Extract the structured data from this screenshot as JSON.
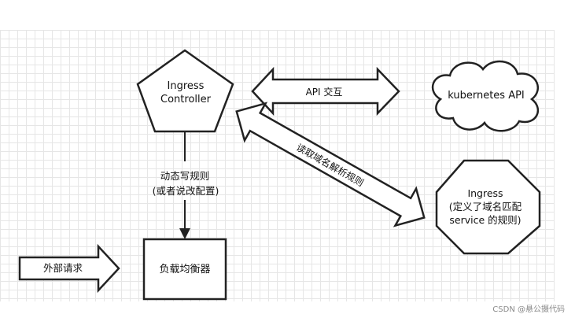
{
  "nodes": {
    "ingress_controller": {
      "line1": "Ingress",
      "line2": "Controller"
    },
    "kubernetes_api": {
      "label": "kubernetes API"
    },
    "ingress_rule": {
      "line1": "Ingress",
      "line2": "(定义了域名匹配",
      "line3": "service 的规则)"
    },
    "load_balancer": {
      "label": "负载均衡器"
    }
  },
  "edges": {
    "api_interaction": {
      "label": "API 交互"
    },
    "read_rules": {
      "label": "读取域名解析规则"
    },
    "write_rules": {
      "line1": "动态写规则",
      "line2": "(或者说改配置)"
    },
    "external_request": {
      "label": "外部请求"
    }
  },
  "watermark": {
    "text": "CSDN @悬公摄代码"
  },
  "colors": {
    "stroke": "#222222",
    "fill": "#ffffff",
    "grid": "#e6e6e6",
    "text": "#111111"
  }
}
